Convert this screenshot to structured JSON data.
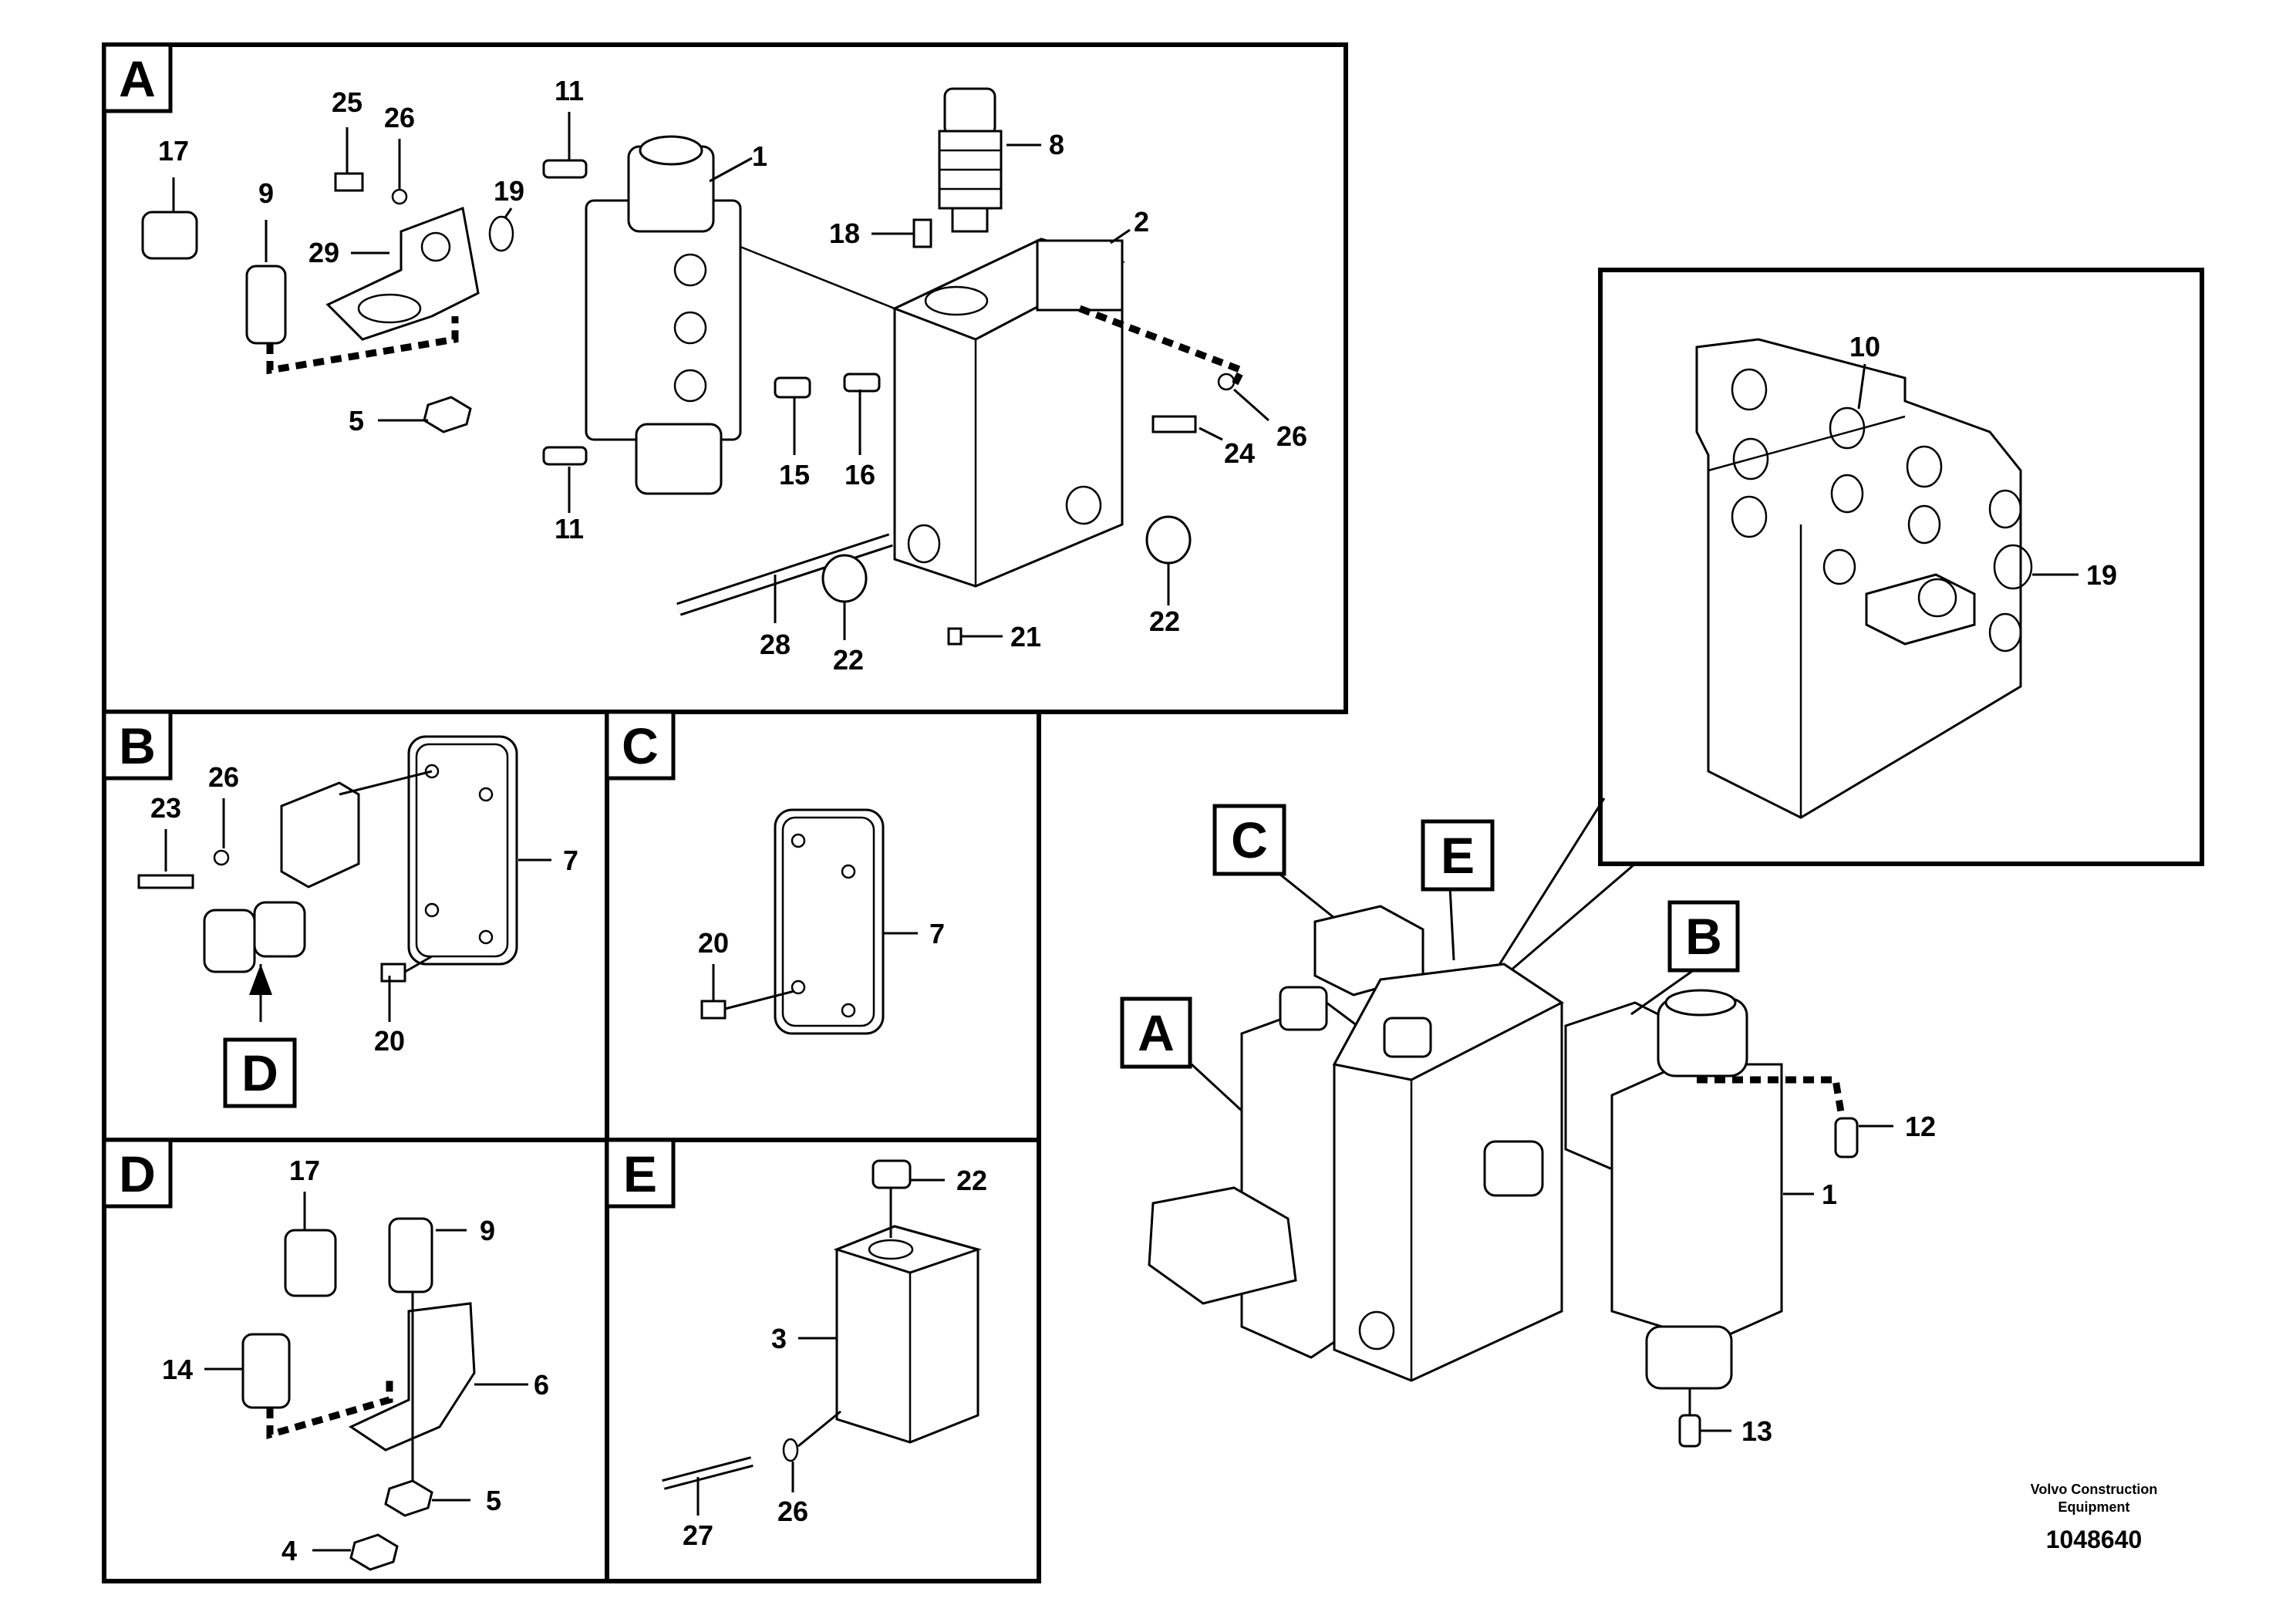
{
  "sections": {
    "A": "A",
    "B": "B",
    "C": "C",
    "D": "D",
    "E": "E"
  },
  "overview_tags": {
    "C": "C",
    "E": "E",
    "B": "B",
    "A": "A"
  },
  "callouts": {
    "a_17": "17",
    "a_9": "9",
    "a_25": "25",
    "a_26_top": "26",
    "a_29": "29",
    "a_19": "19",
    "a_11_top": "11",
    "a_1": "1",
    "a_8": "8",
    "a_18": "18",
    "a_2": "2",
    "a_5": "5",
    "a_11_bottom": "11",
    "a_15": "15",
    "a_16": "16",
    "a_24": "24",
    "a_26_right": "26",
    "a_28": "28",
    "a_22_left": "22",
    "a_21": "21",
    "a_22_right": "22",
    "b_23": "23",
    "b_26": "26",
    "b_7": "7",
    "b_20": "20",
    "b_D": "D",
    "c_20": "20",
    "c_7": "7",
    "d_17": "17",
    "d_9": "9",
    "d_14": "14",
    "d_6": "6",
    "d_5": "5",
    "d_4": "4",
    "e_22": "22",
    "e_3": "3",
    "e_27": "27",
    "e_26": "26",
    "v_10": "10",
    "v_19": "19",
    "o_12": "12",
    "o_1": "1",
    "o_13": "13"
  },
  "footer": {
    "company_line1": "Volvo Construction",
    "company_line2": "Equipment",
    "drawing_number": "1048640"
  }
}
